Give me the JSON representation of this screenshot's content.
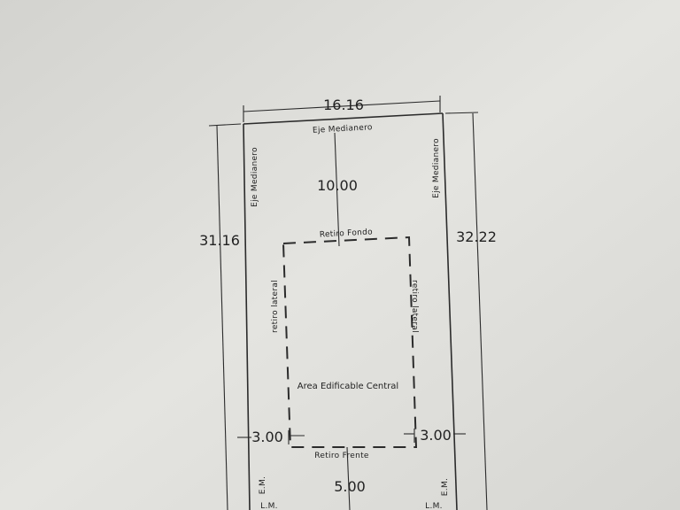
{
  "dimensions": {
    "top_width": "16.16",
    "left_length": "31.16",
    "right_length": "32.22",
    "rear_setback": "10.00",
    "left_side_setback": "3.00",
    "right_side_setback": "3.00",
    "front_setback": "5.00"
  },
  "labels": {
    "top_axis": "Eje Medianero",
    "left_axis": "Eje Medianero",
    "right_axis": "Eje Medianero",
    "rear_setback_label": "Retiro Fondo",
    "left_lateral_label": "retiro lateral",
    "right_lateral_label": "retiro lateral",
    "buildable_area": "Area Edificable Central",
    "front_setback_label": "Retiro Frente",
    "left_em": "E.M.",
    "right_em": "E.M.",
    "left_lm": "L.M.",
    "right_lm": "L.M."
  },
  "colors": {
    "paper": "#dcdcd8",
    "ink": "#2b2b2b"
  }
}
